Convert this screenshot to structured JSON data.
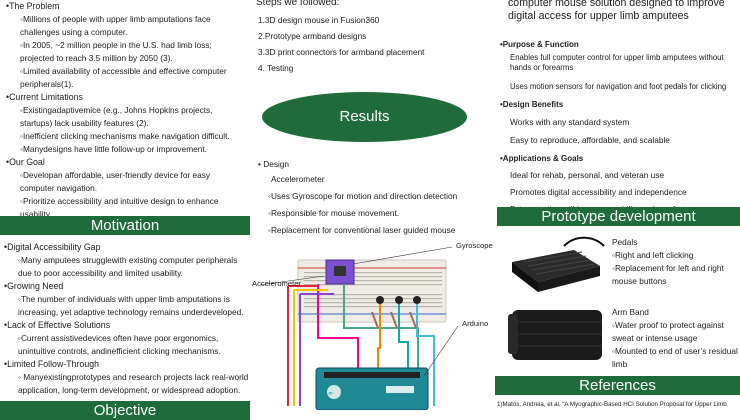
{
  "col1": {
    "problem_heading": "•The Problem",
    "problem_items": [
      "◦Millions of people with upper limb amputations face challenges using a computer.",
      "◦In 2005, ~2 million people in the U.S. had limb loss; projected to reach 3.5 million by 2050 (3).",
      "◦Limited availability of accessible and effective computer peripherals(1)."
    ],
    "limitations_heading": "•Current Limitations",
    "limitations_items": [
      "◦Existingadaptivemice (e.g., Johns Hopkins projects, startups) lack usability features (2).",
      "◦Inefficient clicking mechanisms make navigation difficult.",
      "◦Manydesigns have little follow-up or improvement."
    ],
    "goal_heading": "•Our Goal",
    "goal_items": [
      "◦Developan affordable, user-friendly device for easy computer navigation.",
      "◦Prioritize accessibility and intuitive design to enhance usability"
    ],
    "motivation_title": "Motivation",
    "gap_heading": "•Digital Accessibility Gap",
    "gap_items": [
      "◦Many amputees strugglewith existing computer peripherals due to poor accessibility and limited usability."
    ],
    "growing_heading": "•Growing Need",
    "growing_items": [
      "◦The number of individuals with upper limb amputations is increasing, yet adaptive technology remains underdeveloped."
    ],
    "lack_heading": "•Lack of Effective Solutions",
    "lack_items": [
      "◦Current assistivedevices often have poor ergonomics, unintuitive controls, andinefficient clicking mechanisms."
    ],
    "followup_heading": "•Limited Follow-Through",
    "followup_items": [
      "◦ Manyexistingprototypes and research projects lack real-world application, long-term development, or widespread adoption."
    ],
    "objective_title": "Objective"
  },
  "col2": {
    "steps_heading": "Steps we followed:",
    "steps": [
      "1.3D design mouse in Fusion360",
      "2.Prototype armband designs",
      "3.3D print connectors for armband placement",
      "4. Testing"
    ],
    "results_title": "Results",
    "design_heading": "• Design",
    "design_sub": "Accelerometer",
    "design_items": [
      "◦Uses Gyroscope for motion and direction detection",
      "◦Responsible for mouse movement.",
      "◦Replacement for conventional laser guided mouse"
    ],
    "label_gyroscope": "Gyroscope",
    "label_accelerometer": "Accelerometer",
    "label_arduino": "Arduino"
  },
  "col3": {
    "intro_lines": [
      "computer mouse solution designed to improve",
      "digital access for upper limb amputees"
    ],
    "purpose_heading": "•Purpose & Function",
    "purpose_items": [
      "Enables full computer control for upper limb amputees without hands or forearms",
      "Uses motion sensors for navigation and foot pedals for clicking"
    ],
    "benefits_heading": "•Design Benefits",
    "benefits_items": [
      "Works with any standard system",
      "Easy to reproduce, affordable, and scalable"
    ],
    "apps_heading": "•Applications & Goals",
    "apps_items": [
      "Ideal for rehab, personal, and veteran use",
      "Promotes digital accessibility and independence",
      "Future testing will improve usability and comfort"
    ],
    "prototype_title": "Prototype development",
    "pedals_title": "Pedals",
    "pedals_items": [
      "◦Right and left clicking",
      "◦Replacement for left and right mouse buttons"
    ],
    "armband_title": "Arm Band",
    "armband_items": [
      "◦Water proof to protect against sweat or intense usage",
      "◦Mounted to end of user’s residual limb"
    ],
    "references_title": "References",
    "reference_1": "1)Matos, Andreia, et al. “A Myographic-Based HCI Solution Proposal for Upper Limb"
  },
  "colors": {
    "banner_green": "#1f6b3a",
    "text": "#222222"
  }
}
